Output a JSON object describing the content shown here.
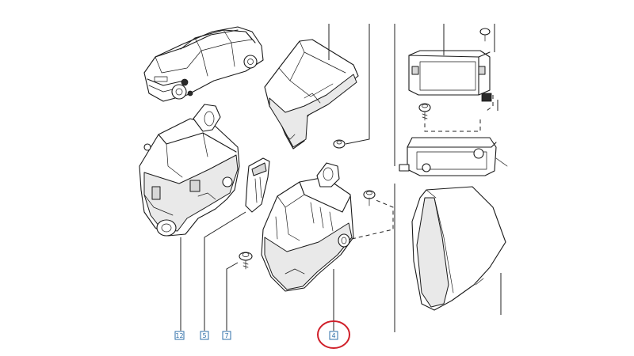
{
  "diagram": {
    "callouts": [
      {
        "id": "callout-12",
        "label": "12"
      },
      {
        "id": "callout-5",
        "label": "5"
      },
      {
        "id": "callout-7",
        "label": "7"
      },
      {
        "id": "callout-4",
        "label": "4"
      }
    ],
    "highlight_color": "#d0202a",
    "callout_color": "#2f6fa8"
  }
}
